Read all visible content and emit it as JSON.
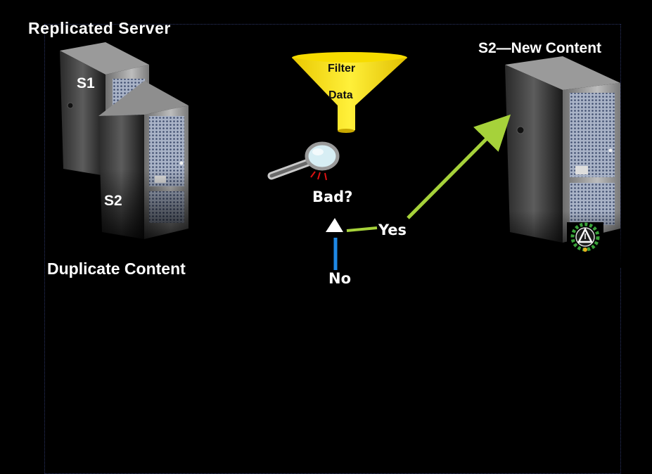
{
  "title_left": "Replicated  Server",
  "title_right": "S2—New Content",
  "server_labels": {
    "s1": "S1",
    "s2": "S2"
  },
  "caption_left": "Duplicate Content",
  "funnel": {
    "line1": "Filter",
    "line2": "Data"
  },
  "decision": {
    "question": "Bad?",
    "yes": "Yes",
    "no": "No"
  },
  "colors": {
    "background": "#000000",
    "funnel": "#ffe600",
    "yes_arrow": "#9acd32",
    "no_arrow": "#1e88e5",
    "badge": "#2e8b2e"
  },
  "icons": {
    "magnifier": "magnifying-glass-icon",
    "badge": "warning-laurel-badge-icon",
    "decision": "triangle-icon"
  }
}
